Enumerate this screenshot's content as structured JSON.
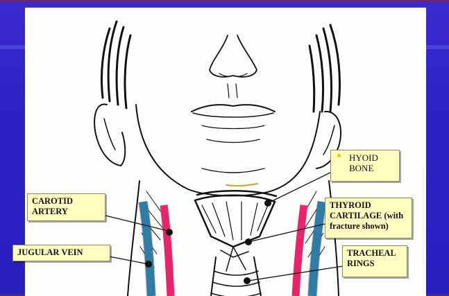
{
  "labels": {
    "hyoid": "HYOID BONE",
    "carotid": "CAROTID ARTERY",
    "jugular": "JUGULAR VEIN",
    "thyroid": "THYROID CARTILAGE (with fracture shown)",
    "tracheal": "TRACHEAL RINGS"
  },
  "colors": {
    "slide_background": "#2c22c4",
    "label_fill": "#ffffc0",
    "artery": "#e8246a",
    "vein": "#3aa0d6",
    "bullet": "#e8c800"
  }
}
